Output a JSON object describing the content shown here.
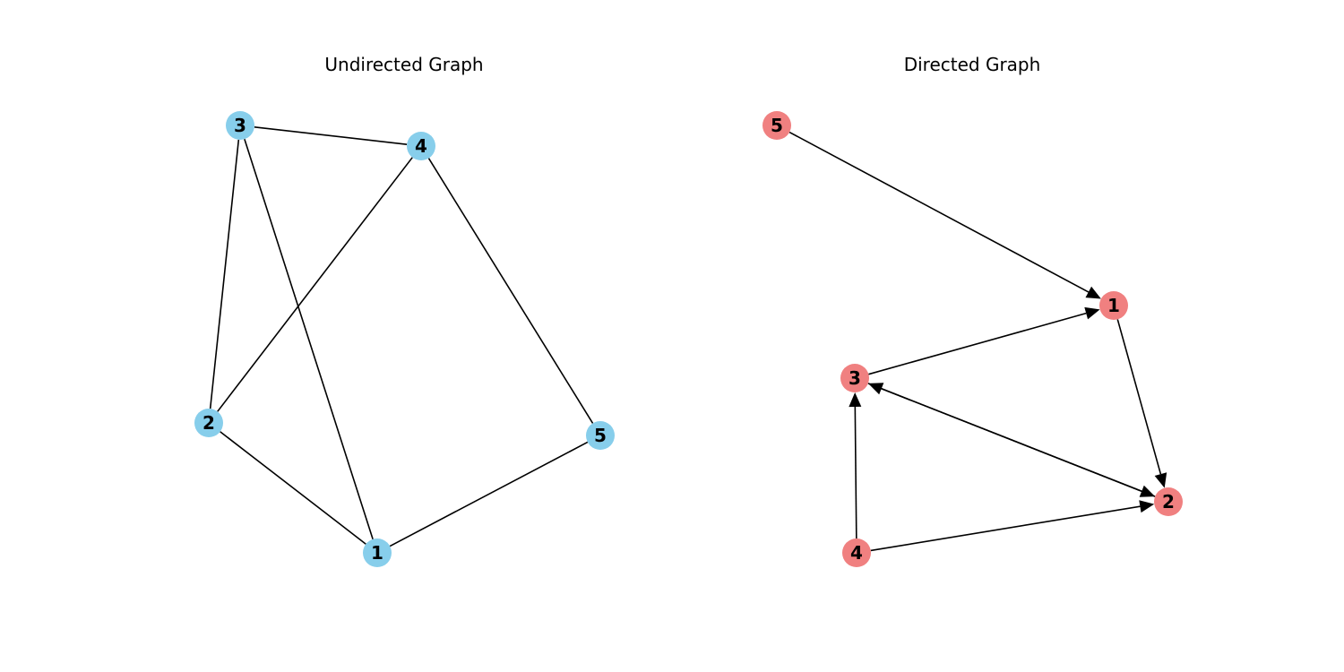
{
  "graphs": [
    {
      "id": "undirected",
      "title": "Undirected Graph",
      "directed": false,
      "node_color": "#87ceeb",
      "nodes": [
        "1",
        "2",
        "3",
        "4",
        "5"
      ],
      "edges": [
        [
          "3",
          "4"
        ],
        [
          "3",
          "2"
        ],
        [
          "3",
          "1"
        ],
        [
          "4",
          "2"
        ],
        [
          "4",
          "5"
        ],
        [
          "2",
          "1"
        ],
        [
          "1",
          "5"
        ]
      ]
    },
    {
      "id": "directed",
      "title": "Directed Graph",
      "directed": true,
      "node_color": "#f08080",
      "nodes": [
        "1",
        "2",
        "3",
        "4",
        "5"
      ],
      "edges": [
        [
          "5",
          "1"
        ],
        [
          "3",
          "1"
        ],
        [
          "1",
          "2"
        ],
        [
          "3",
          "2"
        ],
        [
          "2",
          "3"
        ],
        [
          "4",
          "3"
        ],
        [
          "4",
          "2"
        ]
      ]
    }
  ]
}
